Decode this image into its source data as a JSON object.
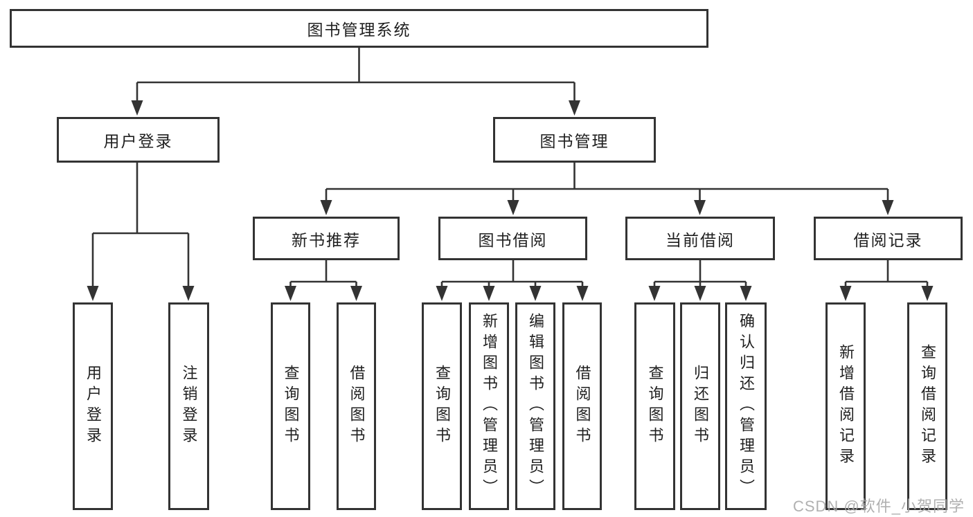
{
  "diagram": {
    "type": "tree",
    "root": {
      "label": "图书管理系统"
    },
    "level2": [
      {
        "label": "用户登录",
        "parent": "图书管理系统"
      },
      {
        "label": "图书管理",
        "parent": "图书管理系统"
      }
    ],
    "level3": [
      {
        "label": "新书推荐",
        "parent": "图书管理"
      },
      {
        "label": "图书借阅",
        "parent": "图书管理"
      },
      {
        "label": "当前借阅",
        "parent": "图书管理"
      },
      {
        "label": "借阅记录",
        "parent": "图书管理"
      }
    ],
    "leaves": [
      {
        "label": "用户登录",
        "parent": "用户登录"
      },
      {
        "label": "注销登录",
        "parent": "用户登录"
      },
      {
        "label": "查询图书",
        "parent": "新书推荐"
      },
      {
        "label": "借阅图书",
        "parent": "新书推荐"
      },
      {
        "label": "查询图书",
        "parent": "图书借阅"
      },
      {
        "label": "新增图书（管理员）",
        "parent": "图书借阅"
      },
      {
        "label": "编辑图书（管理员）",
        "parent": "图书借阅"
      },
      {
        "label": "借阅图书",
        "parent": "图书借阅"
      },
      {
        "label": "查询图书",
        "parent": "当前借阅"
      },
      {
        "label": "归还图书",
        "parent": "当前借阅"
      },
      {
        "label": "确认归还（管理员）",
        "parent": "当前借阅"
      },
      {
        "label": "新增借阅记录",
        "parent": "借阅记录"
      },
      {
        "label": "查询借阅记录",
        "parent": "借阅记录"
      }
    ]
  },
  "watermark": {
    "text": "CSDN @软件_小贺同学"
  },
  "colors": {
    "line": "#333333",
    "box_border": "#333333",
    "text": "#1f1f1f",
    "background": "#ffffff",
    "watermark": "#a8a8a8"
  }
}
